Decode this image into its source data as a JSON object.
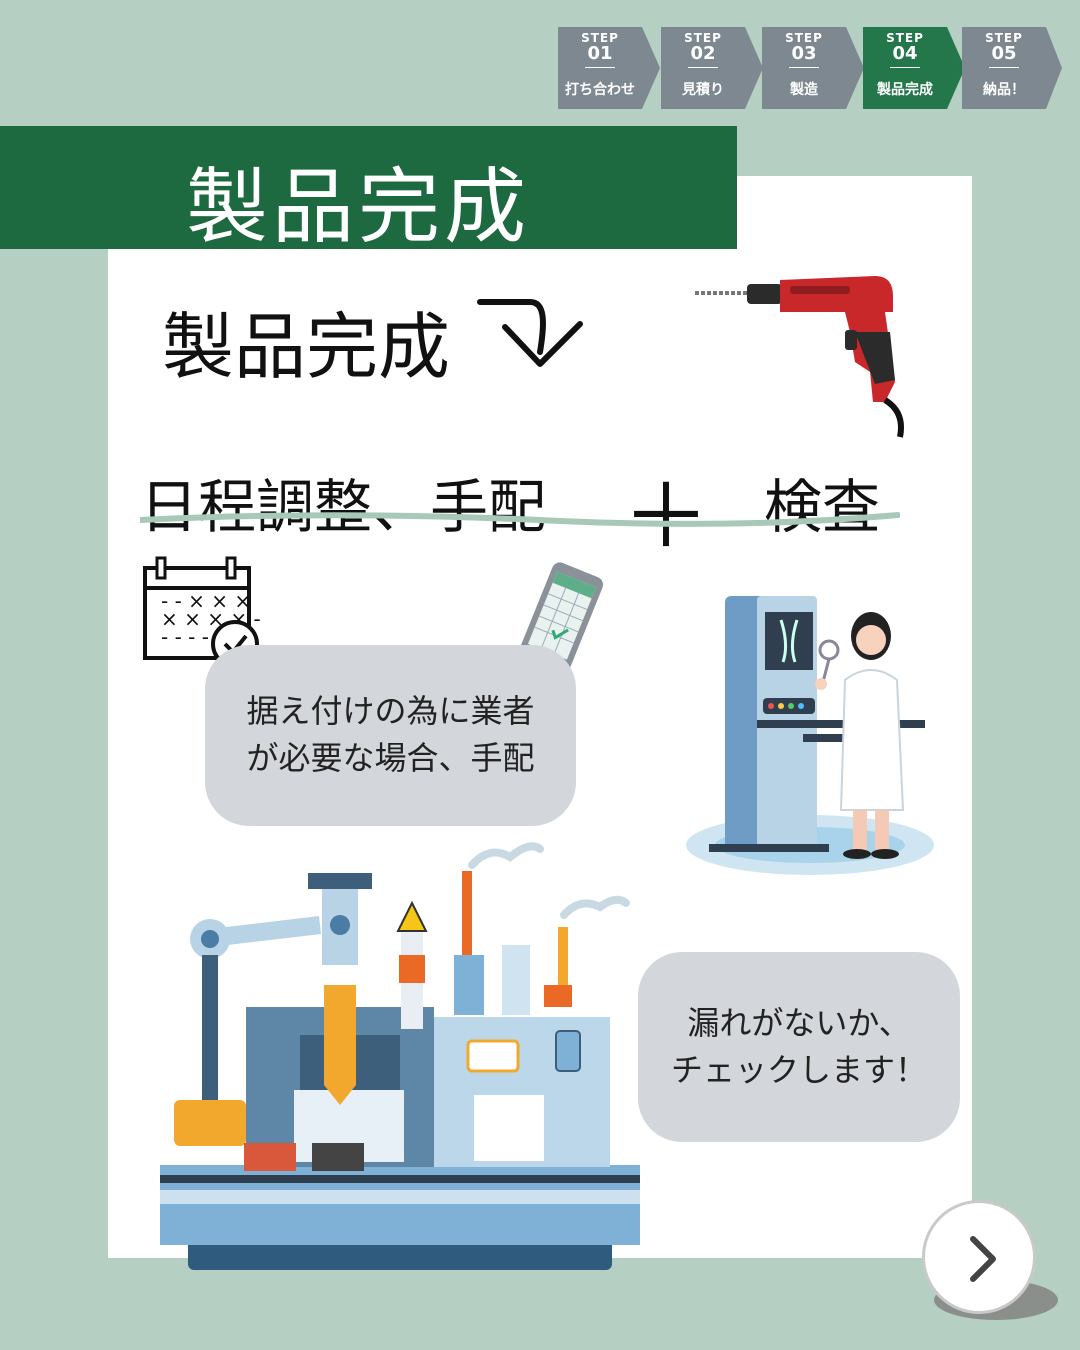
{
  "steps": [
    {
      "word": "STEP",
      "num": "01",
      "name": "打ち合わせ",
      "active": false
    },
    {
      "word": "STEP",
      "num": "02",
      "name": "見積り",
      "active": false
    },
    {
      "word": "STEP",
      "num": "03",
      "name": "製造",
      "active": false
    },
    {
      "word": "STEP",
      "num": "04",
      "name": "製品完成",
      "active": true
    },
    {
      "word": "STEP",
      "num": "05",
      "name": "納品！",
      "active": false
    }
  ],
  "colors": {
    "step": "#7e8891",
    "step_active": "#24774a",
    "band": "#1d6940",
    "background": "#b5cfc3"
  },
  "header": {
    "title": "製品完成"
  },
  "main": {
    "subtitle": "製品完成",
    "tasks_left": "日程調整、手配",
    "tasks_plus": "＋",
    "tasks_right": "検査",
    "bubble1": {
      "line1": "据え付けの為に業者",
      "line2": "が必要な場合、手配"
    },
    "bubble2": {
      "line1": "漏れがないか、",
      "line2": "チェックします！"
    }
  },
  "icons": [
    "drill-icon",
    "calendar-icon",
    "phone-calendar-icon",
    "xray-inspection-illustration",
    "factory-machine-illustration",
    "next-arrow-icon"
  ]
}
